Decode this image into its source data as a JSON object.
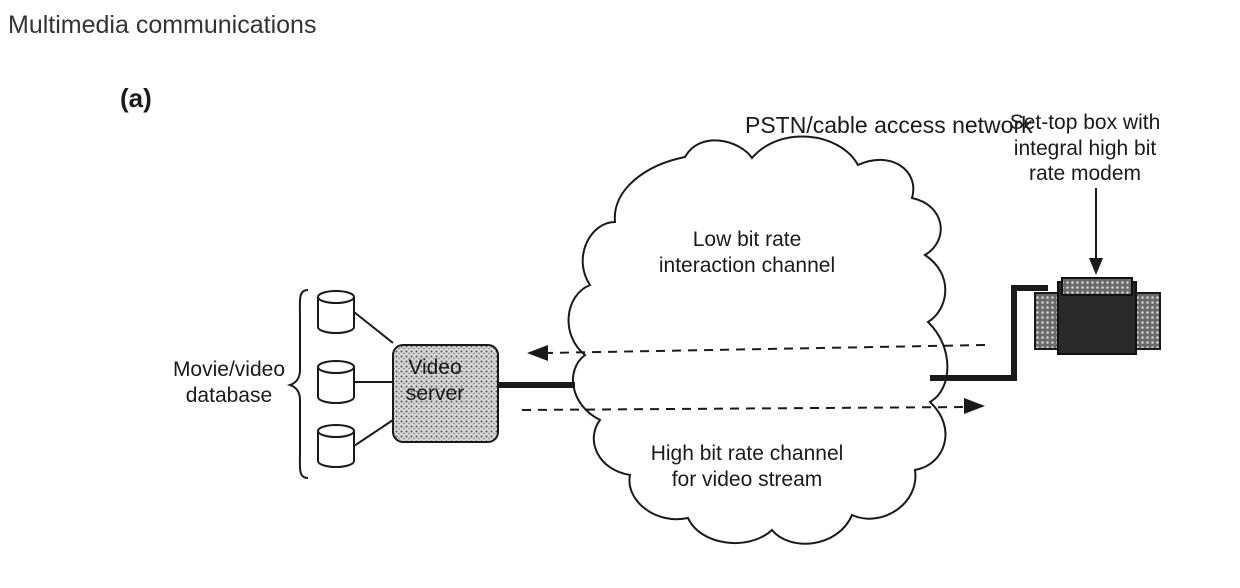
{
  "header": {
    "title": "Multimedia communications"
  },
  "figure": {
    "part_label": "(a)",
    "network_label": "PSTN/cable access network",
    "set_top_box_label": "Set-top box with\nintegral high bit\nrate modem",
    "low_channel_label": "Low bit rate\ninteraction channel",
    "high_channel_label": "High bit rate channel\nfor video stream",
    "database_label": "Movie/video\ndatabase",
    "server_label": "Video\nserver"
  },
  "colors": {
    "ink": "#1a1a1a",
    "server_fill": "#c8c8c8",
    "box_fill": "#2a2a2a"
  }
}
